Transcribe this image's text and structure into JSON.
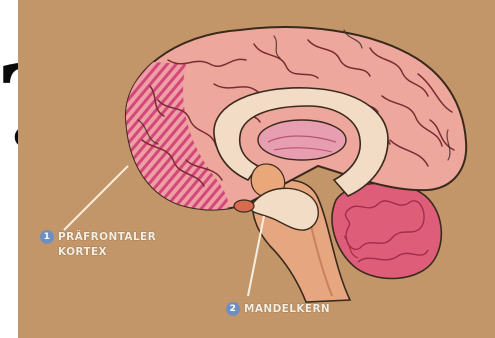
{
  "question_mark": "?",
  "colors": {
    "cardboard": "#c79a6d",
    "cerebrum": "#eea79c",
    "prefrontal_hatch": "#d4477a",
    "corpus_callosum": "#f3dcc6",
    "thalamus": "#e89eb1",
    "brainstem": "#e6a780",
    "cerebellum": "#de5e79",
    "label_badge": "#6f8fc0"
  },
  "labels": [
    {
      "number": "1",
      "text": "PRÄFRONTALER\nKORTEX"
    },
    {
      "number": "2",
      "text": "MANDELKERN"
    }
  ]
}
